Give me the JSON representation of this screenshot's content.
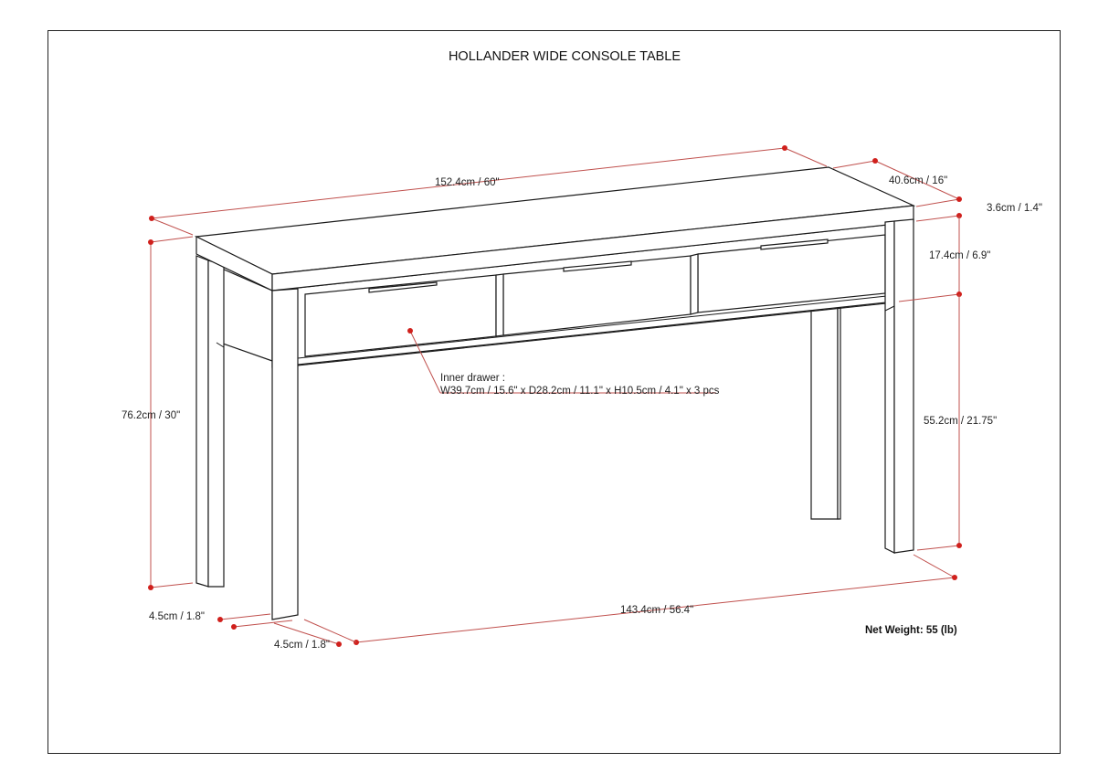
{
  "title": "HOLLANDER WIDE CONSOLE TABLE",
  "dimensions": {
    "length": "152.4cm / 60\"",
    "depth": "40.6cm / 16\"",
    "top_thickness": "3.6cm / 1.4\"",
    "apron_height": "17.4cm / 6.9\"",
    "total_height": "76.2cm / 30\"",
    "leg_clearance": "55.2cm / 21.75\"",
    "inner_length": "143.4cm / 56.4\"",
    "leg_depth": "4.5cm / 1.8\"",
    "leg_width": "4.5cm / 1.8\""
  },
  "drawer_note": {
    "line1": "Inner drawer :",
    "line2": "W39.7cm / 15.6\" x D28.2cm / 11.1\" x H10.5cm / 4.1\" x 3 pcs"
  },
  "net_weight": "Net Weight: 55 (lb)",
  "colors": {
    "dimension_line": "#c0504d",
    "dimension_dot": "#d0201c",
    "outline": "#1a1a1a"
  }
}
